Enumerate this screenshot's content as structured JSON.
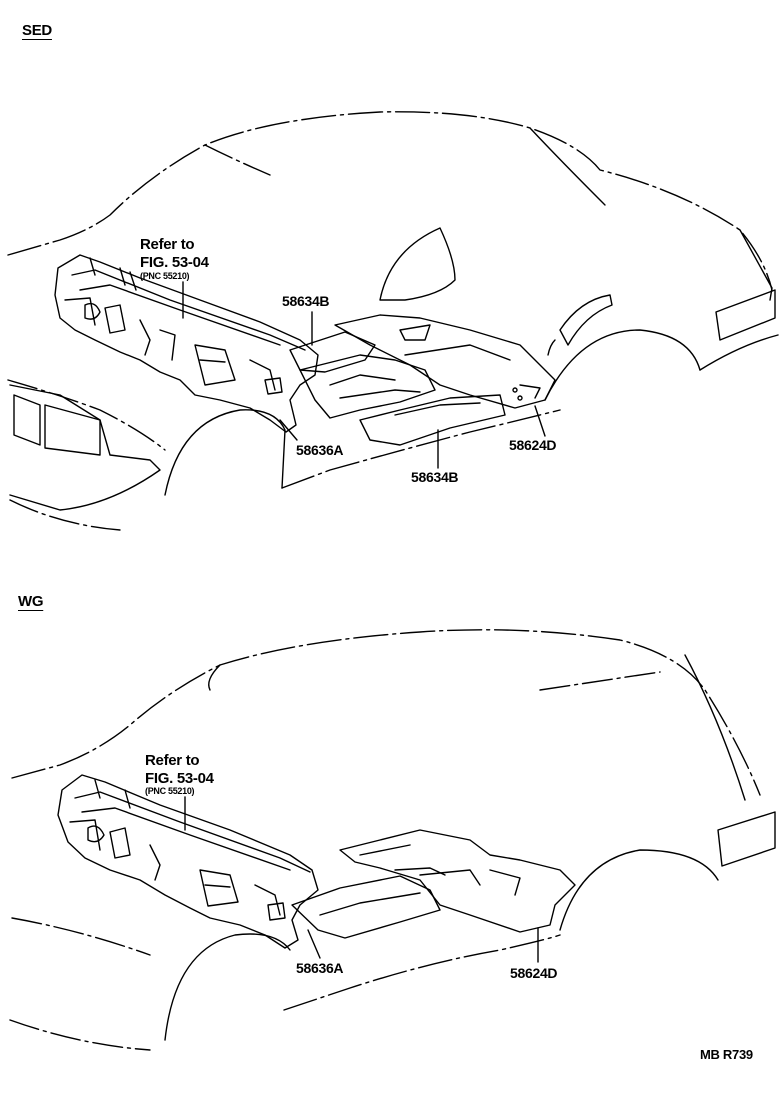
{
  "sedan": {
    "header": "SED",
    "refer_line1": "Refer to",
    "refer_line2": "FIG. 53-04",
    "pnc": "(PNC 55210)",
    "parts": [
      "58634B",
      "58636A",
      "58634B",
      "58624D"
    ]
  },
  "wagon": {
    "header": "WG",
    "refer_line1": "Refer to",
    "refer_line2": "FIG. 53-04",
    "pnc": "(PNC 55210)",
    "parts": [
      "58636A",
      "58624D"
    ]
  },
  "footer_code": "MB R739"
}
